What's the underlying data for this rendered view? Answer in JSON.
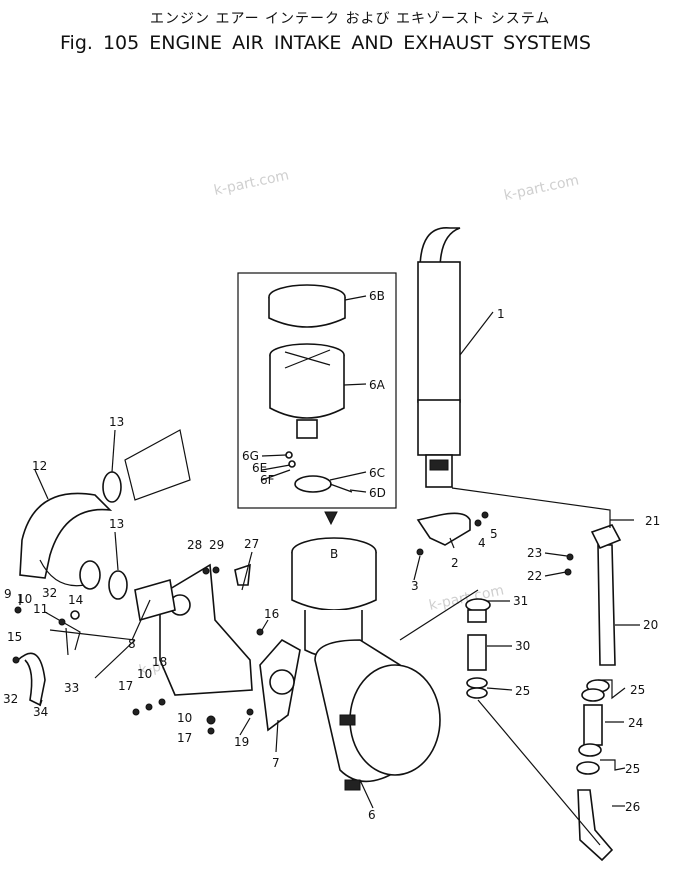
{
  "header": {
    "jp_title": "エンジン エアー インテーク および エキゾースト システム",
    "title": "Fig. 105 ENGINE AIR INTAKE AND EXHAUST SYSTEMS"
  },
  "watermarks": [
    "k-part.com",
    "k-part.com",
    "k-part.com",
    "k-part.com"
  ],
  "callouts": {
    "c1": "1",
    "c2": "2",
    "c3": "3",
    "c4": "4",
    "c5": "5",
    "c6": "6",
    "c6A": "6A",
    "c6B": "6B",
    "c6C": "6C",
    "c6D": "6D",
    "c6E": "6E",
    "c6F": "6F",
    "c6G": "6G",
    "c7": "7",
    "c8": "8",
    "c9": "9",
    "c10a": "10",
    "c10b": "10",
    "c10c": "10",
    "c11": "11",
    "c12": "12",
    "c13a": "13",
    "c13b": "13",
    "c14": "14",
    "c15": "15",
    "c16": "16",
    "c17a": "17",
    "c17b": "17",
    "c18": "18",
    "c19": "19",
    "c20": "20",
    "c21": "21",
    "c22": "22",
    "c23": "23",
    "c24": "24",
    "c25a": "25",
    "c25b": "25",
    "c25c": "25",
    "c26": "26",
    "c27": "27",
    "c28": "28",
    "c29": "29",
    "c30": "30",
    "c31": "31",
    "c32a": "32",
    "c32b": "32",
    "c33": "33",
    "c34": "34",
    "cB": "B"
  }
}
